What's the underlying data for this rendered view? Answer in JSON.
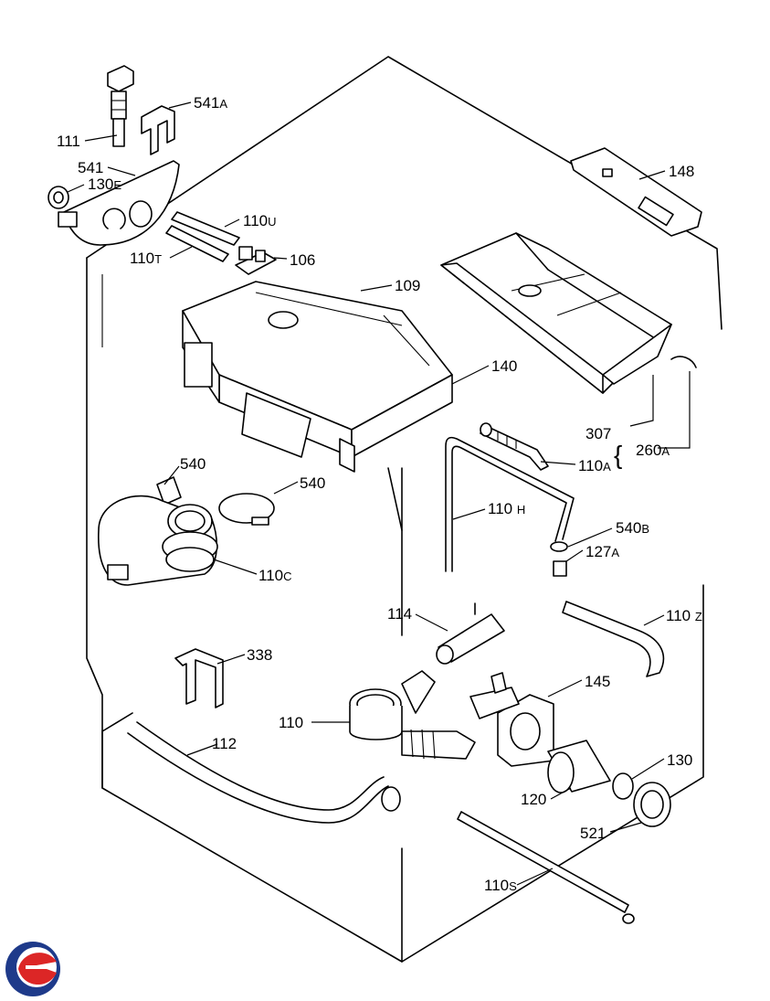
{
  "labels": {
    "p111": {
      "num": "111",
      "suf": ""
    },
    "p541a": {
      "num": "541",
      "suf": "A"
    },
    "p541": {
      "num": "541",
      "suf": ""
    },
    "p130e": {
      "num": "130",
      "suf": "E"
    },
    "p110u": {
      "num": "110",
      "suf": "U"
    },
    "p110t": {
      "num": "110",
      "suf": "T"
    },
    "p106": {
      "num": "106",
      "suf": ""
    },
    "p109": {
      "num": "109",
      "suf": ""
    },
    "p148": {
      "num": "148",
      "suf": ""
    },
    "p140": {
      "num": "140",
      "suf": ""
    },
    "p307": {
      "num": "307",
      "suf": ""
    },
    "p260a": {
      "num": "260",
      "suf": "A"
    },
    "p110a": {
      "num": "110",
      "suf": "A"
    },
    "p540_top": {
      "num": "540",
      "suf": ""
    },
    "p540_ring": {
      "num": "540",
      "suf": ""
    },
    "p110h": {
      "num": "110 ",
      "suf": "H"
    },
    "p540b": {
      "num": "540",
      "suf": "B"
    },
    "p127a": {
      "num": "127",
      "suf": "A"
    },
    "p110c": {
      "num": "110",
      "suf": "C"
    },
    "p114": {
      "num": "114",
      "suf": ""
    },
    "p110z": {
      "num": "110 ",
      "suf": "Z"
    },
    "p338": {
      "num": "338",
      "suf": ""
    },
    "p145": {
      "num": "145",
      "suf": ""
    },
    "p110": {
      "num": "110",
      "suf": ""
    },
    "p112": {
      "num": "112",
      "suf": ""
    },
    "p130": {
      "num": "130",
      "suf": ""
    },
    "p120": {
      "num": "120",
      "suf": ""
    },
    "p521": {
      "num": "521",
      "suf": ""
    },
    "p110s": {
      "num": "110",
      "suf": "S"
    }
  },
  "logo": {
    "name": "brand-logo",
    "colors": [
      "#1e3a8a",
      "#dc2626"
    ]
  }
}
